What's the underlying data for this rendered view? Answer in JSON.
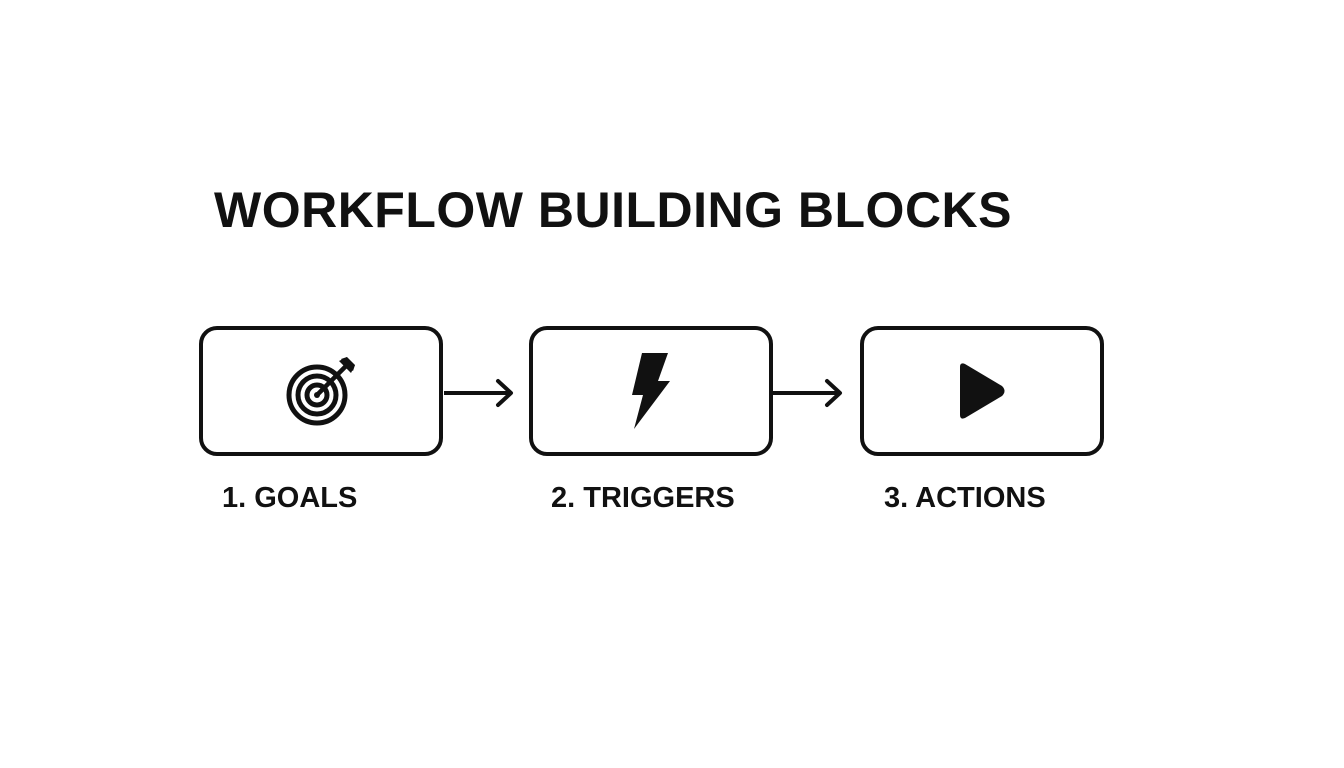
{
  "title": "WORKFLOW BUILDING BLOCKS",
  "steps": [
    {
      "label": "1. GOALS",
      "icon": "target-icon"
    },
    {
      "label": "2. TRIGGERS",
      "icon": "lightning-bolt-icon"
    },
    {
      "label": "3. ACTIONS",
      "icon": "play-icon"
    }
  ],
  "connectors": [
    "arrow-right-icon",
    "arrow-right-icon"
  ],
  "colors": {
    "stroke": "#111111",
    "background": "#ffffff"
  }
}
